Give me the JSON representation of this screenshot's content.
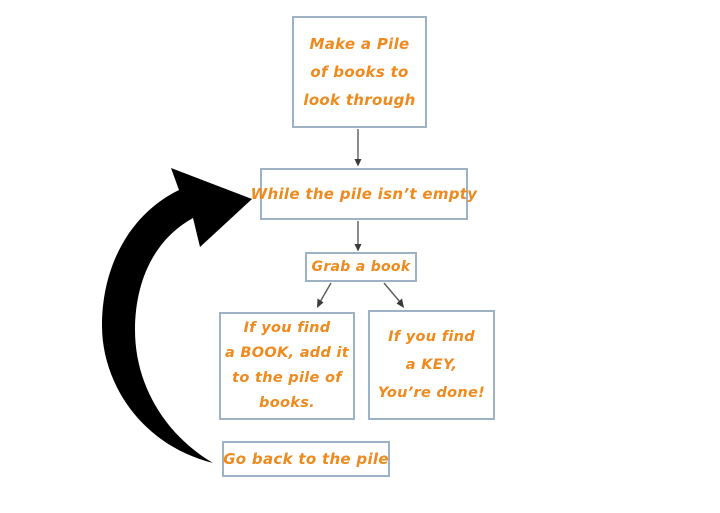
{
  "diagram": {
    "type": "flowchart",
    "colors": {
      "background": "#ffffff",
      "node_border": "#9db3c5",
      "node_text": "#ee8a1e",
      "connector": "#5a5a5a",
      "loop_arrow": "#000000"
    },
    "nodes": [
      {
        "id": "make-pile",
        "label": "Make a Pile of books to look through",
        "lines": [
          "Make a Pile",
          "of books to",
          "look through"
        ]
      },
      {
        "id": "while-loop",
        "label": "While the pile isn’t empty",
        "lines": [
          "While the pile isn’t empty"
        ]
      },
      {
        "id": "grab-book",
        "label": "Grab a book",
        "lines": [
          "Grab a book"
        ]
      },
      {
        "id": "found-book",
        "label": "If you find a BOOK, add it to the pile of books.",
        "lines": [
          "If  you find",
          "a BOOK, add it",
          "to the pile of",
          "books."
        ]
      },
      {
        "id": "found-key",
        "label": "If you find a KEY, You’re done!",
        "lines": [
          "If you find",
          "a KEY,",
          "You’re done!"
        ]
      },
      {
        "id": "go-back",
        "label": "Go back to the pile",
        "lines": [
          "Go back to the pile"
        ]
      }
    ],
    "edges": [
      {
        "from": "make-pile",
        "to": "while-loop",
        "style": "straight-arrow"
      },
      {
        "from": "while-loop",
        "to": "grab-book",
        "style": "straight-arrow"
      },
      {
        "from": "grab-book",
        "to": "found-book",
        "style": "straight-arrow"
      },
      {
        "from": "grab-book",
        "to": "found-key",
        "style": "straight-arrow"
      },
      {
        "from": "go-back",
        "to": "while-loop",
        "style": "thick-curved-loop-arrow"
      }
    ]
  }
}
